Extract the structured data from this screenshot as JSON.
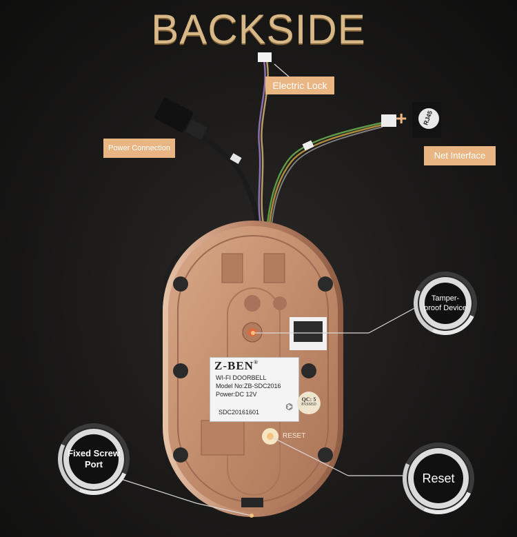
{
  "title": "BACKSIDE",
  "tags": {
    "electric_lock": "Electric Lock",
    "power_connection": "Power Connection",
    "net_interface": "Net Interface",
    "plus": "+"
  },
  "callouts": {
    "tamper_proof": "Tamper-proof Device",
    "fixed_screw_port": "Fixed Screw Port",
    "reset": "Reset"
  },
  "device_label": {
    "brand": "Z-BEN",
    "registered": "®",
    "line1": "WI-FI DOORBELL",
    "line2": "Model No:ZB-SDC2016",
    "line3": "Power:DC 12V",
    "serial": "SDC20161601",
    "qc_top": "QC: 5",
    "qc_bottom": "PASSED",
    "reset_print": "RESET",
    "connector_print": "RJ45"
  },
  "colors": {
    "title": "#d9b887",
    "tag_bg": "#e9b583",
    "device_body": "#c59270",
    "background": "#161514"
  }
}
